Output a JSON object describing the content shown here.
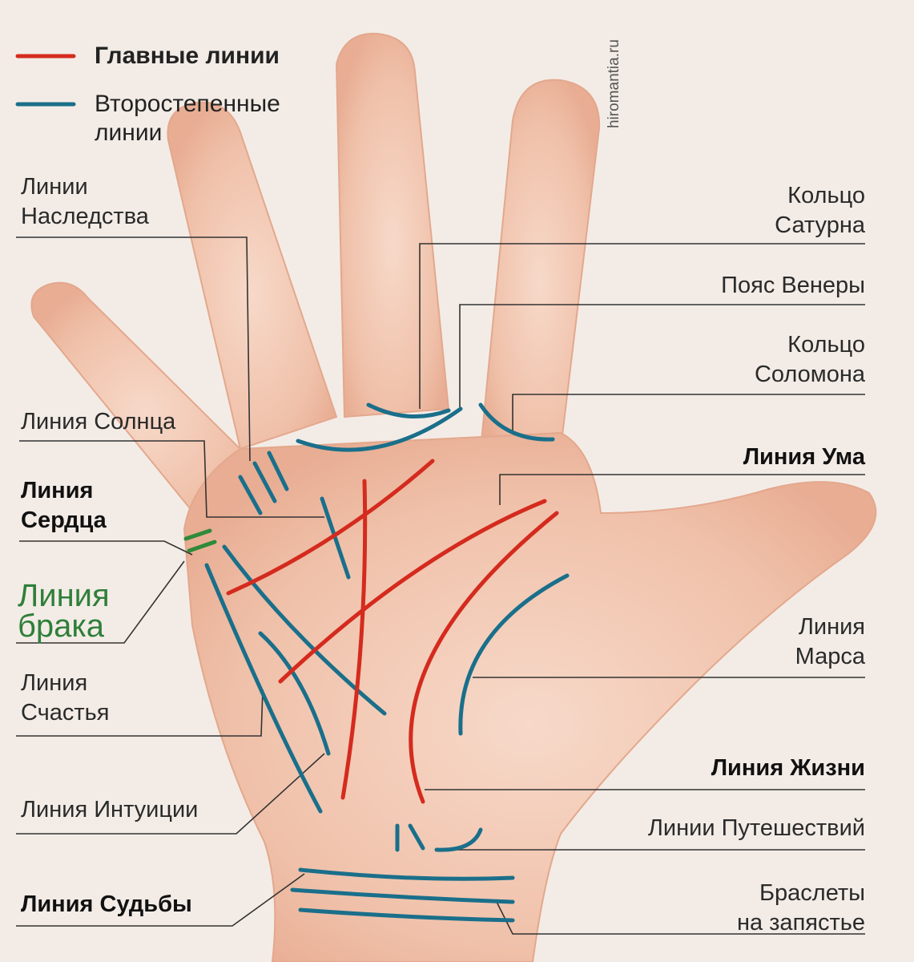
{
  "legend": {
    "main": {
      "label": "Главные линии",
      "color": "#d42b1e"
    },
    "secondary": {
      "label_line1": "Второстепенные",
      "label_line2": "линии",
      "color": "#1a6f8a"
    }
  },
  "watermark": "hiromantia.ru",
  "colors": {
    "main": "#d42b1e",
    "secondary": "#1a6f8a",
    "marriage": "#2f8a3a",
    "leader": "#333333",
    "skin": "#f1c6b0"
  },
  "labels": {
    "inheritance": {
      "line1": "Линии",
      "line2": "Наследства"
    },
    "sun": {
      "line1": "Линия Солнца"
    },
    "heart": {
      "line1": "Линия",
      "line2": "Сердца"
    },
    "marriage": {
      "line1": "Линия",
      "line2": "брака"
    },
    "happiness": {
      "line1": "Линия",
      "line2": "Счастья"
    },
    "intuition": {
      "line1": "Линия Интуиции"
    },
    "fate": {
      "line1": "Линия Судьбы"
    },
    "saturn_ring": {
      "line1": "Кольцо",
      "line2": "Сатурна"
    },
    "venus_belt": {
      "line1": "Пояс Венеры"
    },
    "solomon_ring": {
      "line1": "Кольцо",
      "line2": "Соломона"
    },
    "head": {
      "line1": "Линия Ума"
    },
    "mars": {
      "line1": "Линия",
      "line2": "Марса"
    },
    "life": {
      "line1": "Линия Жизни"
    },
    "travel": {
      "line1": "Линии Путешествий"
    },
    "bracelets": {
      "line1": "Браслеты",
      "line2": "на запястье"
    }
  }
}
